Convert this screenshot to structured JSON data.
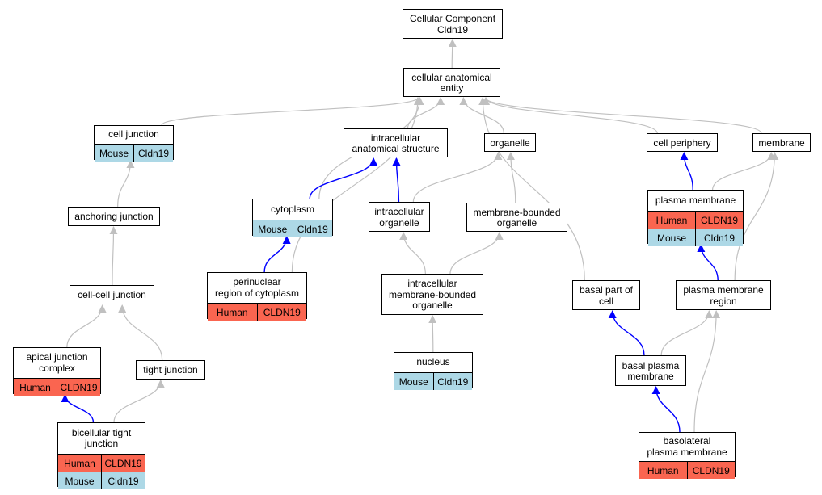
{
  "colors": {
    "edge_gray": "#c0c0c0",
    "edge_blue": "#0000ff",
    "human": "#fa6550",
    "mouse": "#add8e6"
  },
  "nodes": {
    "root": {
      "label": "Cellular Component\nCldn19",
      "rows": []
    },
    "cae": {
      "label": "cellular anatomical\nentity",
      "rows": []
    },
    "cell_junction": {
      "label": "cell junction",
      "rows": [
        {
          "species": "Mouse",
          "gene": "Cldn19"
        }
      ]
    },
    "ias": {
      "label": "intracellular\nanatomical structure",
      "rows": []
    },
    "organelle": {
      "label": "organelle",
      "rows": []
    },
    "cell_periphery": {
      "label": "cell periphery",
      "rows": []
    },
    "membrane": {
      "label": "membrane",
      "rows": []
    },
    "anchoring": {
      "label": "anchoring junction",
      "rows": []
    },
    "cytoplasm": {
      "label": "cytoplasm",
      "rows": [
        {
          "species": "Mouse",
          "gene": "Cldn19"
        }
      ]
    },
    "ic_organelle": {
      "label": "intracellular\norganelle",
      "rows": []
    },
    "mb_organelle": {
      "label": "membrane-bounded\norganelle",
      "rows": []
    },
    "plasma_membrane": {
      "label": "plasma membrane",
      "rows": [
        {
          "species": "Human",
          "gene": "CLDN19"
        },
        {
          "species": "Mouse",
          "gene": "Cldn19"
        }
      ]
    },
    "perinuclear": {
      "label": "perinuclear\nregion of cytoplasm",
      "rows": [
        {
          "species": "Human",
          "gene": "CLDN19"
        }
      ]
    },
    "cc_junction": {
      "label": "cell-cell junction",
      "rows": []
    },
    "imb_organelle": {
      "label": "intracellular\nmembrane-bounded\norganelle",
      "rows": []
    },
    "basal_part": {
      "label": "basal part of\ncell",
      "rows": []
    },
    "pm_region": {
      "label": "plasma membrane\nregion",
      "rows": []
    },
    "apical": {
      "label": "apical junction\ncomplex",
      "rows": [
        {
          "species": "Human",
          "gene": "CLDN19"
        }
      ]
    },
    "tight": {
      "label": "tight junction",
      "rows": []
    },
    "nucleus": {
      "label": "nucleus",
      "rows": [
        {
          "species": "Mouse",
          "gene": "Cldn19"
        }
      ]
    },
    "basal_pm": {
      "label": "basal plasma\nmembrane",
      "rows": []
    },
    "bicellular": {
      "label": "bicellular tight\njunction",
      "rows": [
        {
          "species": "Human",
          "gene": "CLDN19"
        },
        {
          "species": "Mouse",
          "gene": "Cldn19"
        }
      ]
    },
    "basolateral": {
      "label": "basolateral\nplasma membrane",
      "rows": [
        {
          "species": "Human",
          "gene": "CLDN19"
        }
      ]
    }
  },
  "edges": [
    {
      "from": "cae",
      "to": "root",
      "color": "gray"
    },
    {
      "from": "cell_junction",
      "to": "cae",
      "color": "gray"
    },
    {
      "from": "ias",
      "to": "cae",
      "color": "gray"
    },
    {
      "from": "organelle",
      "to": "cae",
      "color": "gray"
    },
    {
      "from": "cell_periphery",
      "to": "cae",
      "color": "gray"
    },
    {
      "from": "membrane",
      "to": "cae",
      "color": "gray"
    },
    {
      "from": "cytoplasm",
      "to": "cae",
      "color": "gray"
    },
    {
      "from": "perinuclear",
      "to": "cae",
      "color": "gray"
    },
    {
      "from": "basal_part",
      "to": "cae",
      "color": "gray"
    },
    {
      "from": "anchoring",
      "to": "cell_junction",
      "color": "gray"
    },
    {
      "from": "cc_junction",
      "to": "anchoring",
      "color": "gray"
    },
    {
      "from": "apical",
      "to": "cc_junction",
      "color": "gray"
    },
    {
      "from": "tight",
      "to": "cc_junction",
      "color": "gray"
    },
    {
      "from": "bicellular",
      "to": "apical",
      "color": "blue"
    },
    {
      "from": "bicellular",
      "to": "tight",
      "color": "gray"
    },
    {
      "from": "cytoplasm",
      "to": "ias",
      "color": "blue"
    },
    {
      "from": "ic_organelle",
      "to": "ias",
      "color": "blue"
    },
    {
      "from": "ic_organelle",
      "to": "organelle",
      "color": "gray"
    },
    {
      "from": "mb_organelle",
      "to": "organelle",
      "color": "gray"
    },
    {
      "from": "perinuclear",
      "to": "cytoplasm",
      "color": "blue"
    },
    {
      "from": "imb_organelle",
      "to": "ic_organelle",
      "color": "gray"
    },
    {
      "from": "imb_organelle",
      "to": "mb_organelle",
      "color": "gray"
    },
    {
      "from": "nucleus",
      "to": "imb_organelle",
      "color": "gray"
    },
    {
      "from": "plasma_membrane",
      "to": "cell_periphery",
      "color": "blue"
    },
    {
      "from": "plasma_membrane",
      "to": "membrane",
      "color": "gray"
    },
    {
      "from": "pm_region",
      "to": "plasma_membrane",
      "color": "blue"
    },
    {
      "from": "pm_region",
      "to": "membrane",
      "color": "gray"
    },
    {
      "from": "basal_pm",
      "to": "basal_part",
      "color": "blue"
    },
    {
      "from": "basal_pm",
      "to": "pm_region",
      "color": "gray"
    },
    {
      "from": "basolateral",
      "to": "basal_pm",
      "color": "blue"
    },
    {
      "from": "basolateral",
      "to": "pm_region",
      "color": "gray"
    }
  ]
}
